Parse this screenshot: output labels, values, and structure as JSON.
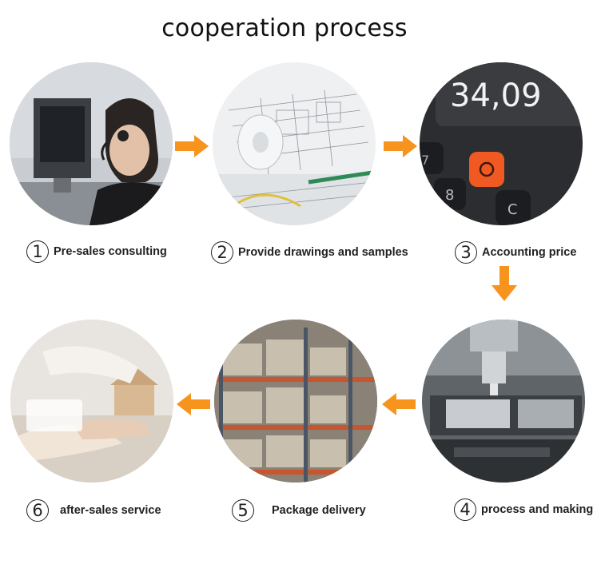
{
  "title": "cooperation process",
  "steps": [
    {
      "num": "1",
      "label": "Pre-sales consulting"
    },
    {
      "num": "2",
      "label": "Provide drawings and samples"
    },
    {
      "num": "3",
      "label": "Accounting price"
    },
    {
      "num": "4",
      "label": "process and making"
    },
    {
      "num": "5",
      "label": "Package delivery"
    },
    {
      "num": "6",
      "label": "after-sales service"
    }
  ],
  "calculator_display": "34,09",
  "calculator_keys": [
    "7",
    "8",
    "C"
  ],
  "colors": {
    "arrow": "#f7941d",
    "calc_button": "#f05a22"
  }
}
